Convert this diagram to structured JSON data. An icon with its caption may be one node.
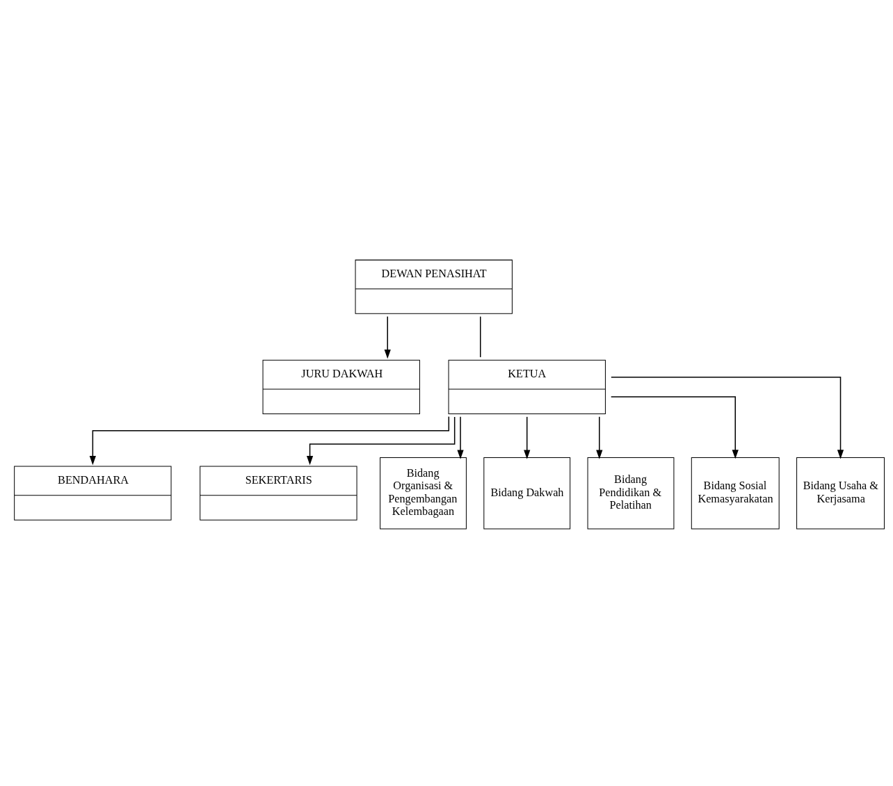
{
  "diagram": {
    "nodes": [
      {
        "text": [
          "DEWAN PENASIHAT"
        ]
      },
      {
        "text": [
          "JURU DAKWAH"
        ]
      },
      {
        "text": [
          "KETUA"
        ]
      },
      {
        "text": [
          "BENDAHARA"
        ]
      },
      {
        "text": [
          "SEKERTARIS"
        ]
      },
      {
        "text": [
          "Bidang Organisasi & Pengembangan Kelembagaan"
        ]
      },
      {
        "text": [
          "Bidang Dakwah"
        ]
      },
      {
        "text": [
          "Bidang Pendidikan & Pelatihan"
        ]
      },
      {
        "text": [
          "Bidang Sosial Kemasyarakatan"
        ]
      },
      {
        "text": [
          "Bidang Usaha & Kerjasama"
        ]
      }
    ],
    "edges": [
      {
        "from": 0,
        "to": 2,
        "arrow": "none"
      },
      {
        "from": 0,
        "to": 1,
        "arrow": "to"
      },
      {
        "from": 2,
        "to": 3,
        "arrow": "to"
      },
      {
        "from": 2,
        "to": 4,
        "arrow": "to"
      },
      {
        "from": 2,
        "to": 5,
        "arrow": "to"
      },
      {
        "from": 2,
        "to": 6,
        "arrow": "to"
      },
      {
        "from": 2,
        "to": 7,
        "arrow": "to"
      },
      {
        "from": 2,
        "to": 8,
        "arrow": "to"
      },
      {
        "from": 2,
        "to": 9,
        "arrow": "to"
      }
    ]
  }
}
